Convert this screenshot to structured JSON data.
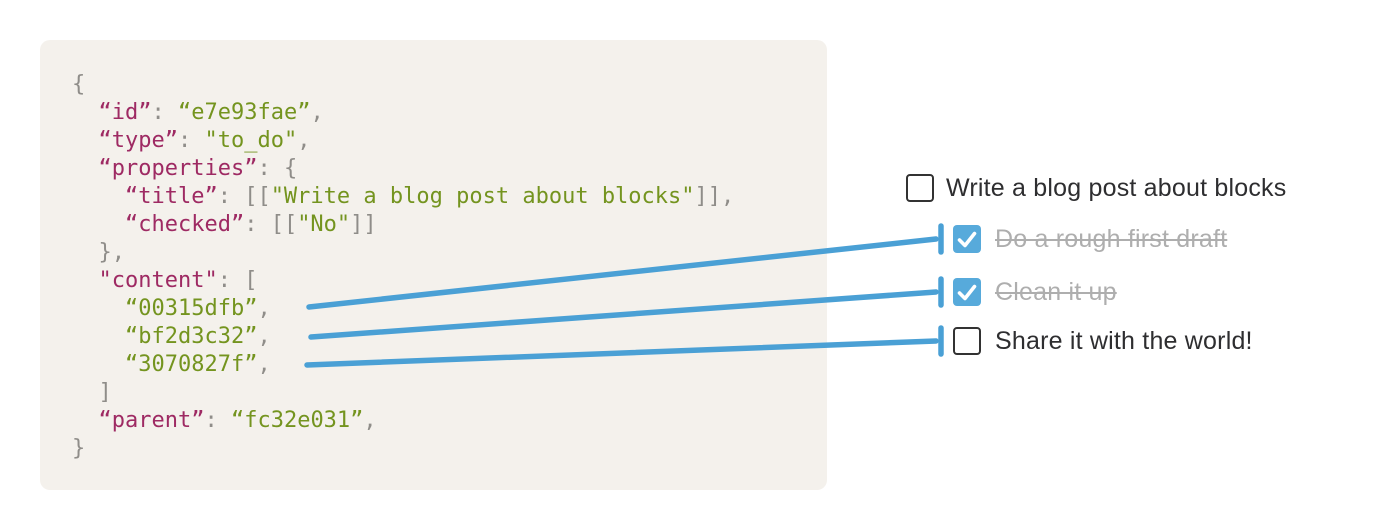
{
  "colors": {
    "panel_bg": "#f4f1ec",
    "code_key": "#9e2a63",
    "code_string": "#74941f",
    "code_punct": "#8f8d89",
    "arrow_blue": "#4aa0d5",
    "checkbox_checked_bg": "#57aadb",
    "checkbox_border": "#323232",
    "todo_text": "#2e2e30",
    "todo_done_text": "#aeaeae"
  },
  "code": {
    "lines": [
      [
        [
          "punct",
          "{"
        ]
      ],
      [
        [
          "punct",
          "  "
        ],
        [
          "key",
          "“id”"
        ],
        [
          "punct",
          ": "
        ],
        [
          "str",
          "“e7e93fae”"
        ],
        [
          "punct",
          ","
        ]
      ],
      [
        [
          "punct",
          "  "
        ],
        [
          "key",
          "“type”"
        ],
        [
          "punct",
          ": "
        ],
        [
          "str",
          "\"to_do\""
        ],
        [
          "punct",
          ","
        ]
      ],
      [
        [
          "punct",
          "  "
        ],
        [
          "key",
          "“properties”"
        ],
        [
          "punct",
          ": {"
        ]
      ],
      [
        [
          "punct",
          "    "
        ],
        [
          "key",
          "“title”"
        ],
        [
          "punct",
          ": [["
        ],
        [
          "str",
          "\"Write a blog post about blocks\""
        ],
        [
          "punct",
          "]],"
        ]
      ],
      [
        [
          "punct",
          "    "
        ],
        [
          "key",
          "“checked”"
        ],
        [
          "punct",
          ": [["
        ],
        [
          "str",
          "\"No\""
        ],
        [
          "punct",
          "]]"
        ]
      ],
      [
        [
          "punct",
          "  },"
        ]
      ],
      [
        [
          "punct",
          "  "
        ],
        [
          "key",
          "\"content\""
        ],
        [
          "punct",
          ": ["
        ]
      ],
      [
        [
          "punct",
          "    "
        ],
        [
          "str",
          "“00315dfb”"
        ],
        [
          "punct",
          ","
        ]
      ],
      [
        [
          "punct",
          "    "
        ],
        [
          "str",
          "“bf2d3c32”"
        ],
        [
          "punct",
          ","
        ]
      ],
      [
        [
          "punct",
          "    "
        ],
        [
          "str",
          "“3070827f”"
        ],
        [
          "punct",
          ","
        ]
      ],
      [
        [
          "punct",
          "  ]"
        ]
      ],
      [
        [
          "punct",
          "  "
        ],
        [
          "key",
          "“parent”"
        ],
        [
          "punct",
          ": "
        ],
        [
          "str",
          "“fc32e031”"
        ],
        [
          "punct",
          ","
        ]
      ],
      [
        [
          "punct",
          "}"
        ]
      ]
    ]
  },
  "todo": {
    "items": [
      {
        "label": "Write a blog post about blocks",
        "checked": false,
        "indent": false
      },
      {
        "label": "Do a rough first draft",
        "checked": true,
        "indent": true
      },
      {
        "label": "Clean it up",
        "checked": true,
        "indent": true
      },
      {
        "label": "Share it with the world!",
        "checked": false,
        "indent": true
      }
    ]
  },
  "connections": [
    {
      "from_block": "00315dfb",
      "to_item": "Do a rough first draft"
    },
    {
      "from_block": "bf2d3c32",
      "to_item": "Clean it up"
    },
    {
      "from_block": "3070827f",
      "to_item": "Share it with the world!"
    }
  ]
}
